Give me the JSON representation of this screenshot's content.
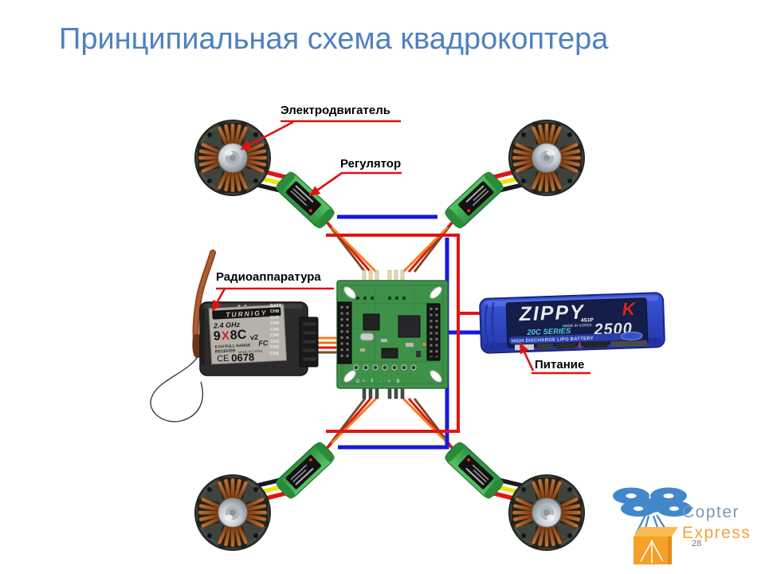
{
  "slide": {
    "title": "Принципиальная схема квадрокоптера",
    "page_number": "28"
  },
  "callouts": {
    "motor": "Электродвигатель",
    "esc": "Регулятор",
    "radio": "Радиоаппаратура",
    "power": "Питание"
  },
  "receiver": {
    "brand": "TURNIGY",
    "freq": "2.4 GHz",
    "model_digit": "9",
    "model_x": "X",
    "model_rest": "8C",
    "model_ver": "v2",
    "desc1": "8 CH FULL RANGE",
    "desc2": "RECEIVER",
    "made_in": "MADE IN CHINA",
    "ce_mark": "CE",
    "ce_number": "0678",
    "fcc_mark": "FC",
    "channels": [
      "BATT",
      "CH8",
      "CH7",
      "CH6",
      "CH5",
      "CH4",
      "CH3",
      "CH2",
      "CH1"
    ]
  },
  "battery": {
    "brand": "ZIPPY",
    "brand_k": "K",
    "config": "4S1P",
    "made_in": "MADE IN KOREA",
    "series": "20C SERIES",
    "capacity": "2500",
    "description": "HIGH DISCHARGE LIPO BATTERY"
  },
  "flight_controller": {
    "silkscreen": "D+  F   -  +  B"
  },
  "logo": {
    "line1": "Copter",
    "line2": "Express"
  },
  "colors": {
    "title_blue": "#4F81BD",
    "callout_red": "#E01212",
    "wire_red": "#E01515",
    "wire_blue": "#1818DD",
    "wire_orange": "#F08020",
    "wire_brown": "#7A4A26",
    "wire_yellow": "#F0E010",
    "esc_green": "#3AA44A",
    "pcb_green": "#3F9149",
    "motor_copper": "#A85A28",
    "battery_blue": "#2E46C6",
    "logo_blue": "#4187CA",
    "logo_orange": "#F5A026",
    "logo_text_gray_blue": "#7E99AD"
  }
}
